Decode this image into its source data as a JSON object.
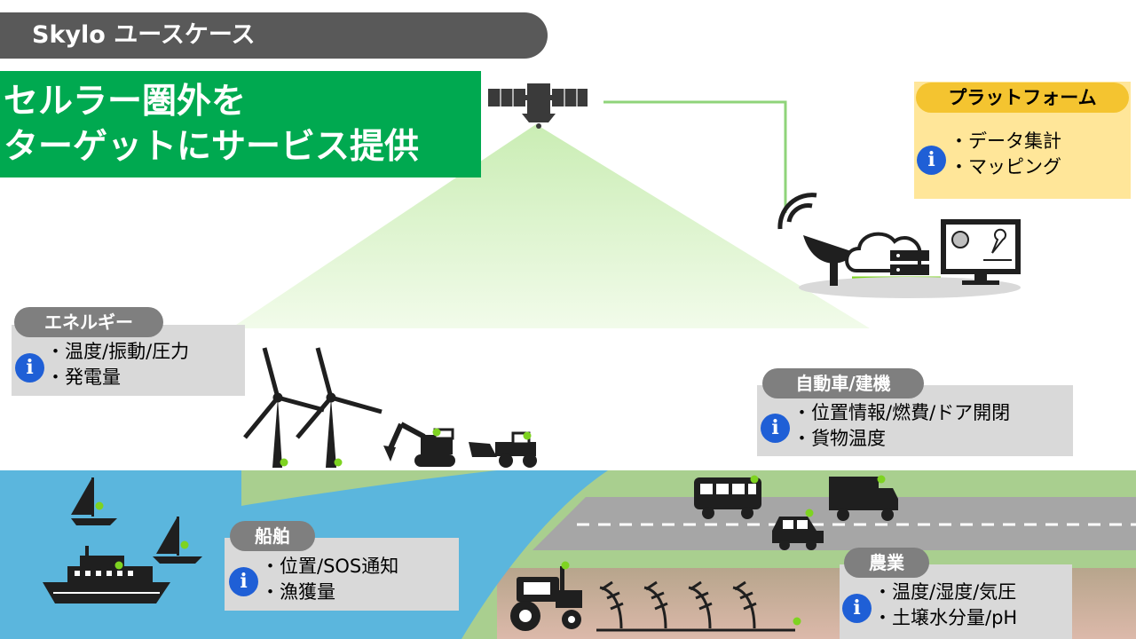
{
  "header": {
    "title": "Skylo ユースケース"
  },
  "headline": {
    "line1": "セルラー圏外を",
    "line2": "ターゲットにサービス提供"
  },
  "platform": {
    "label": "プラットフォーム",
    "items": [
      "データ集計",
      "マッピング"
    ]
  },
  "energy": {
    "label": "エネルギー",
    "items": [
      "温度/振動/圧力",
      "発電量"
    ]
  },
  "vehicles": {
    "label": "自動車/建機",
    "items": [
      "位置情報/燃費/ドア開閉",
      "貨物温度"
    ]
  },
  "ships": {
    "label": "船舶",
    "items": [
      "位置/SOS通知",
      "漁獲量"
    ]
  },
  "agriculture": {
    "label": "農業",
    "items": [
      "温度/湿度/気圧",
      "土壌水分量/pH"
    ]
  },
  "info_icon": {
    "glyph": "i",
    "icon": "info-icon"
  },
  "colors": {
    "header_bg": "#595959",
    "headline_bg": "#00a950",
    "platform_tag": "#f4c430",
    "platform_box": "#ffe699",
    "category_tag": "#7f7f7f",
    "category_box": "#d9d9d9",
    "info_icon": "#1f5fd6",
    "sensor_dot": "#7ed321",
    "sea": "#5bb6dd",
    "road": "#a6a6a6"
  }
}
